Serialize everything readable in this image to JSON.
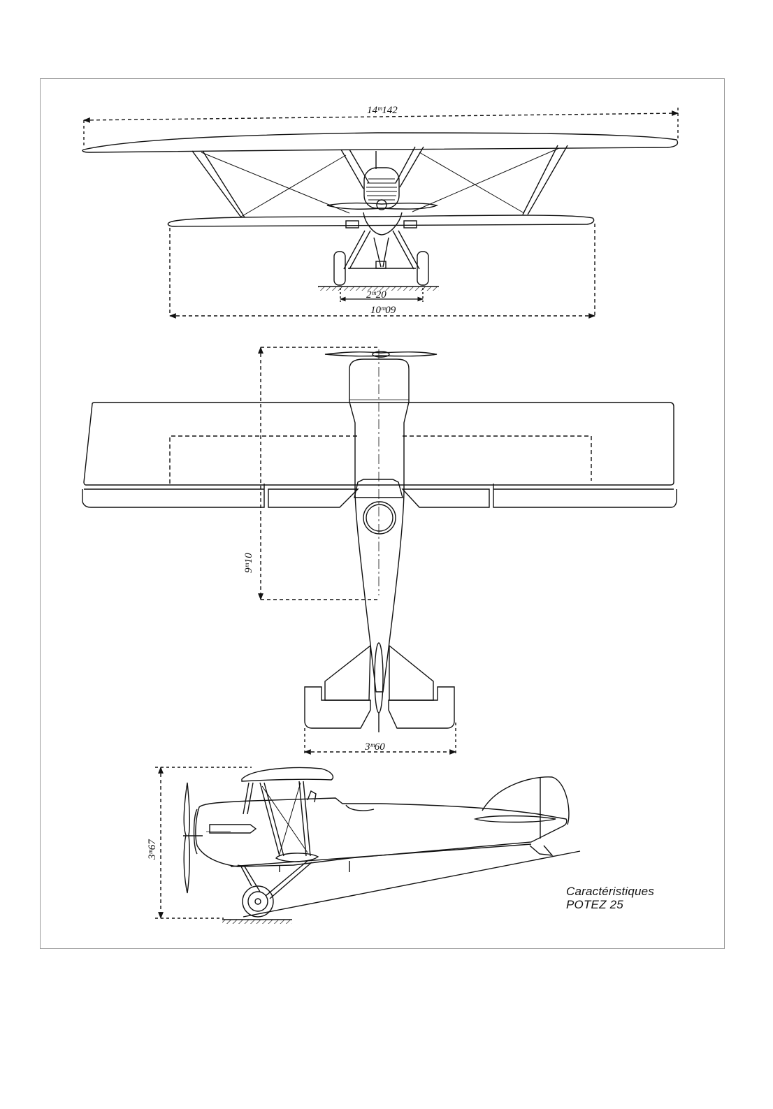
{
  "dimensions": {
    "upper_span": "14ᵐ142",
    "track": "2ᵐ20",
    "lower_span": "10ᵐ09",
    "length": "9ᵐ10",
    "tail_span": "3ᵐ60",
    "height": "3ᵐ67"
  },
  "caption": {
    "line1": "Caractéristiques",
    "line2": "POTEZ 25"
  },
  "colors": {
    "ink": "#111111",
    "frame": "#999999",
    "background": "#ffffff"
  }
}
